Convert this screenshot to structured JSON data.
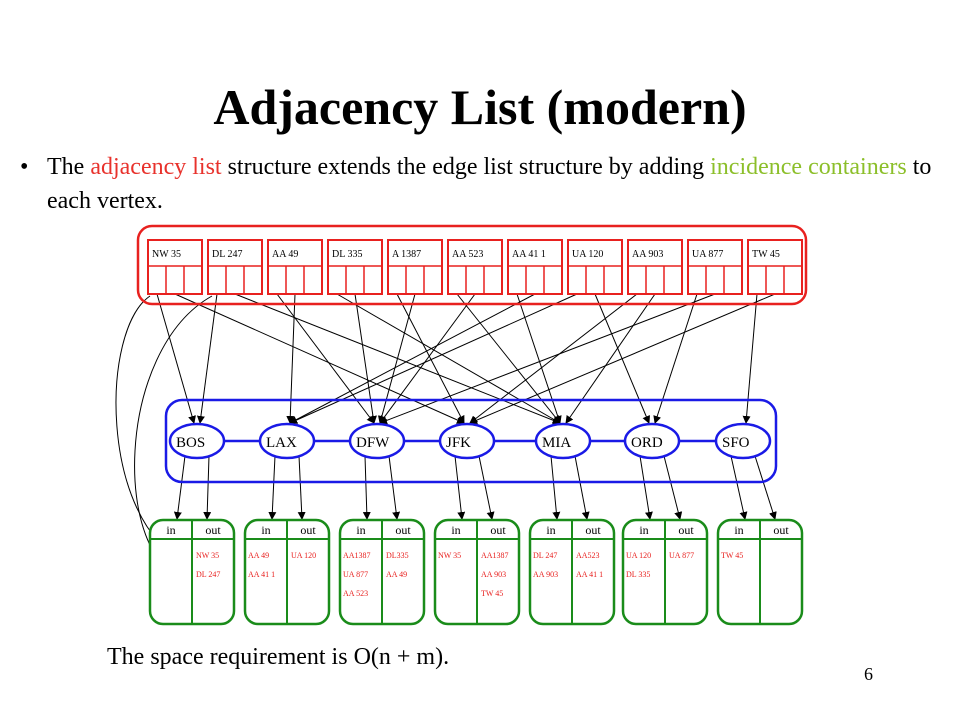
{
  "title": "Adjacency List (modern)",
  "bullet": {
    "marker": "•",
    "part1": "The ",
    "highlight1": "adjacency list",
    "part2": " structure extends the edge list structure by adding ",
    "highlight2": "incidence containers",
    "part3": " to each vertex."
  },
  "edges": [
    "NW  35",
    "DL  247",
    "AA  49",
    "DL  335",
    "A  1387",
    "AA  523",
    "AA  41 1",
    "UA  120",
    "AA  903",
    "UA  877",
    "TW  45"
  ],
  "vertices": [
    "BOS",
    "LAX",
    "DFW",
    "JFK",
    "MIA",
    "ORD",
    "SFO"
  ],
  "incidence": [
    {
      "in_label": "in",
      "out_label": "out",
      "in": [],
      "out": [
        "NW  35",
        "DL  247"
      ]
    },
    {
      "in_label": "in",
      "out_label": "out",
      "in": [
        "AA  49",
        "AA  41 1"
      ],
      "out": [
        "UA  120"
      ]
    },
    {
      "in_label": "in",
      "out_label": "out",
      "in": [
        "AA1387",
        "UA  877",
        "AA  523"
      ],
      "out": [
        "DL335",
        "AA  49"
      ]
    },
    {
      "in_label": "in",
      "out_label": "out",
      "in": [
        "NW  35"
      ],
      "out": [
        "AA1387",
        "AA  903",
        "TW  45"
      ]
    },
    {
      "in_label": "in",
      "out_label": "out",
      "in": [
        "DL  247",
        "AA  903"
      ],
      "out": [
        "AA523",
        "AA  41 1"
      ]
    },
    {
      "in_label": "in",
      "out_label": "out",
      "in": [
        "UA  120",
        "DL  335"
      ],
      "out": [
        "UA  877"
      ]
    },
    {
      "in_label": "in",
      "out_label": "out",
      "in": [
        "TW  45"
      ],
      "out": []
    }
  ],
  "colors": {
    "edge": "#e8211f",
    "vertex": "#1a1ae6",
    "incidence": "#1a8c1a",
    "highlight_red": "#e8322c",
    "highlight_green": "#8cbf2a"
  },
  "footer": "The space requirement is O(n + m).",
  "page_number": "6"
}
